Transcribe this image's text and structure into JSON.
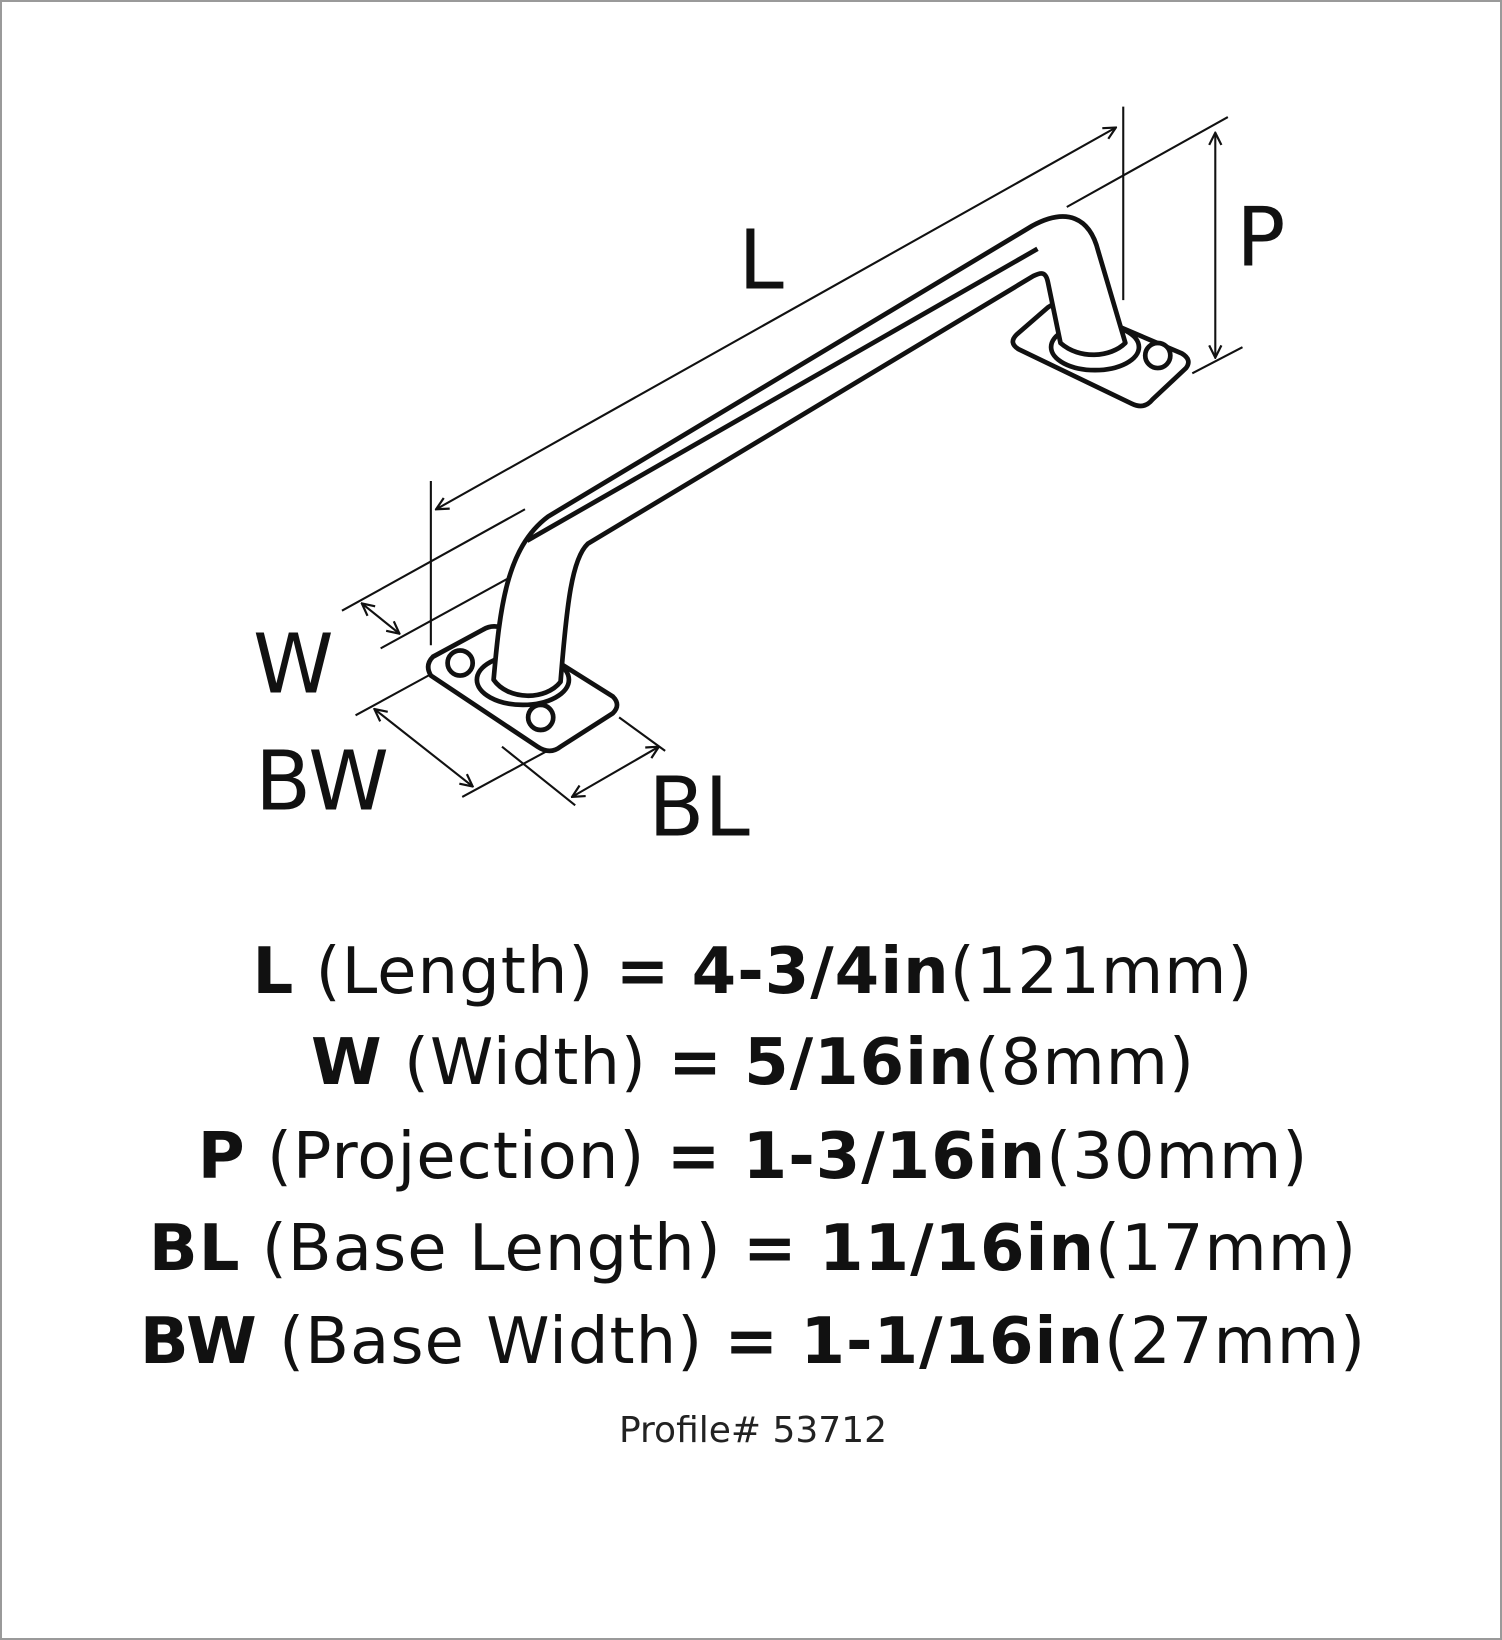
{
  "diagram": {
    "labels": {
      "L": "L",
      "P": "P",
      "W": "W",
      "BW": "BW",
      "BL": "BL"
    }
  },
  "specs": [
    {
      "code": "L",
      "name": "(Length)",
      "eq": "=",
      "imperial": "4-3/4in",
      "metric": "(121mm)"
    },
    {
      "code": "W",
      "name": "(Width)",
      "eq": "=",
      "imperial": "5/16in",
      "metric": "(8mm)"
    },
    {
      "code": "P",
      "name": "(Projection)",
      "eq": "=",
      "imperial": "1-3/16in",
      "metric": "(30mm)"
    },
    {
      "code": "BL",
      "name": "(Base Length)",
      "eq": "=",
      "imperial": "11/16in",
      "metric": "(17mm)"
    },
    {
      "code": "BW",
      "name": "(Base Width)",
      "eq": "=",
      "imperial": "1-1/16in",
      "metric": "(27mm)"
    }
  ],
  "profile": "Profile# 53712"
}
